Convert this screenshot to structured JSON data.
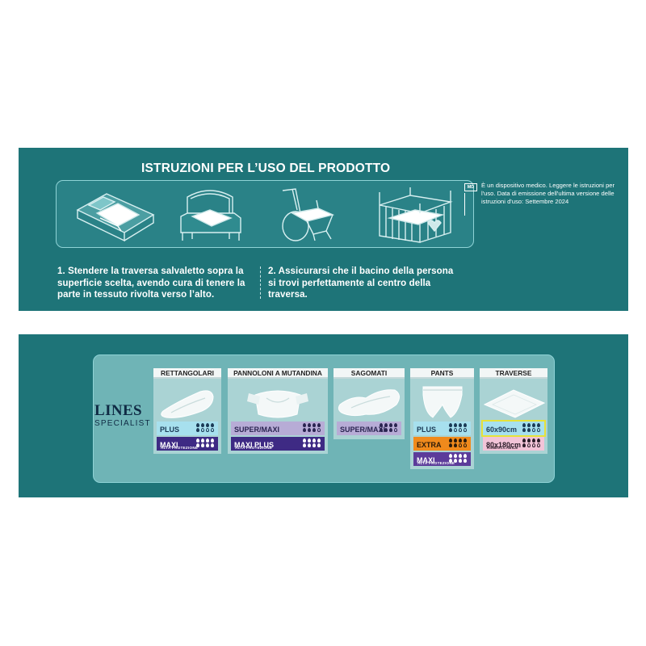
{
  "instructions": {
    "title": "ISTRUZIONI PER L’USO DEL PRODOTTO",
    "step1": "1. Stendere la traversa salvaletto sopra la superficie scelta, avendo cura di tenere la parte in tessuto rivolta verso l’alto.",
    "step2": "2. Assicurarsi che il bacino della persona si trovi perfettamente al centro della traversa.",
    "medical_icon_label": "MD",
    "medical_note": "È un dispositivo medico. Leggere le istruzioni per l'uso. Data di emissione dell'ultima versione delle istruzioni d'uso: Settembre 2024"
  },
  "brand": {
    "line1": "LINES",
    "line2": "SPECIALIST"
  },
  "categories": [
    {
      "name": "RETTANGOLARI",
      "rows": [
        {
          "label": "PLUS",
          "drops_filled": 5,
          "drops_total": 8,
          "sub": ""
        },
        {
          "label": "MAXI",
          "drops_filled": 8,
          "drops_total": 8,
          "sub": "ALTA PROTEZIONE"
        }
      ]
    },
    {
      "name": "PANNOLONI A MUTANDINA",
      "rows": [
        {
          "label": "SUPER/MAXI",
          "drops_filled": 7,
          "drops_total": 8,
          "sub": ""
        },
        {
          "label": "MAXI PLUS",
          "drops_filled": 8,
          "drops_total": 8,
          "sub": "ALTA PROTEZIONE"
        }
      ]
    },
    {
      "name": "SAGOMATI",
      "rows": [
        {
          "label": "SUPER/MAXI",
          "drops_filled": 7,
          "drops_total": 8,
          "sub": ""
        }
      ]
    },
    {
      "name": "PANTS",
      "rows": [
        {
          "label": "PLUS",
          "drops_filled": 5,
          "drops_total": 8,
          "sub": ""
        },
        {
          "label": "EXTRA",
          "drops_filled": 6,
          "drops_total": 8,
          "sub": ""
        },
        {
          "label": "MAXI",
          "drops_filled": 8,
          "drops_total": 8,
          "sub": "ALTA PROTEZIONE"
        }
      ]
    },
    {
      "name": "TRAVERSE",
      "rows": [
        {
          "label": "60x90cm",
          "drops_filled": 6,
          "drops_total": 8,
          "sub": "",
          "highlighted": true
        },
        {
          "label": "80x180cm",
          "drops_filled": 5,
          "drops_total": 8,
          "sub": "RIMBOCCABILE"
        }
      ]
    }
  ],
  "colors": {
    "panel_bg": "#1e7478",
    "inner_box": "#6fb4b6",
    "row_light_blue": "#a7e0ee",
    "row_purple": "#3e2a84",
    "row_lilac": "#b7acd6",
    "row_orange": "#f08a1c",
    "row_violet": "#5c3b9a",
    "row_pink": "#f2c4d8",
    "highlight": "#e6e23a"
  }
}
